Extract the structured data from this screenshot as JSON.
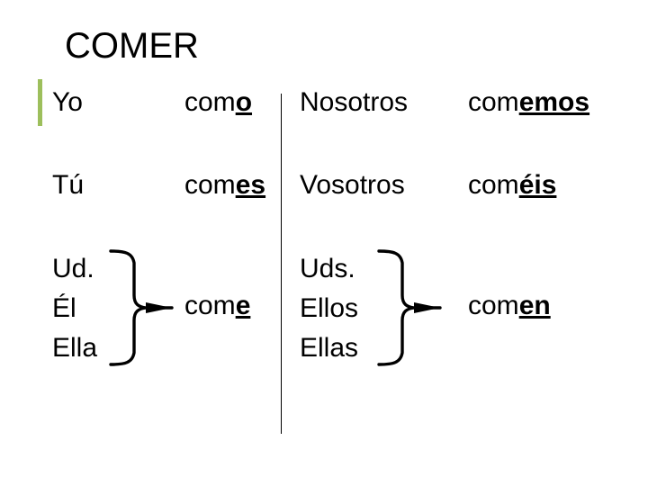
{
  "slide": {
    "title": "COMER",
    "background_color": "#FFFFFF",
    "text_color": "#000000",
    "accent_color": "#9DBF5C",
    "divider_color": "#000000"
  },
  "conjugation": {
    "verb_infinitive": "COMER",
    "stem": "com",
    "rows": [
      {
        "singular_pronoun": "Yo",
        "singular_stem": "com",
        "singular_ending": "o",
        "plural_pronoun": "Nosotros",
        "plural_stem": "com",
        "plural_ending": "emos"
      },
      {
        "singular_pronoun": "Tú",
        "singular_stem": "com",
        "singular_ending": "es",
        "plural_pronoun": "Vosotros",
        "plural_stem": "com",
        "plural_ending": "éis"
      }
    ],
    "third_person": {
      "singular_pronouns": [
        "Ud.",
        "Él",
        "Ella"
      ],
      "singular_stem": "com",
      "singular_ending": "e",
      "plural_pronouns": [
        "Uds.",
        "Ellos",
        "Ellas"
      ],
      "plural_stem": "com",
      "plural_ending": "en"
    }
  },
  "graphics": {
    "left_brace": "curly-brace-right-pointing",
    "right_brace": "curly-brace-right-pointing",
    "accent_bar": "green-vertical-accent-bar",
    "divider": "vertical-column-divider"
  }
}
